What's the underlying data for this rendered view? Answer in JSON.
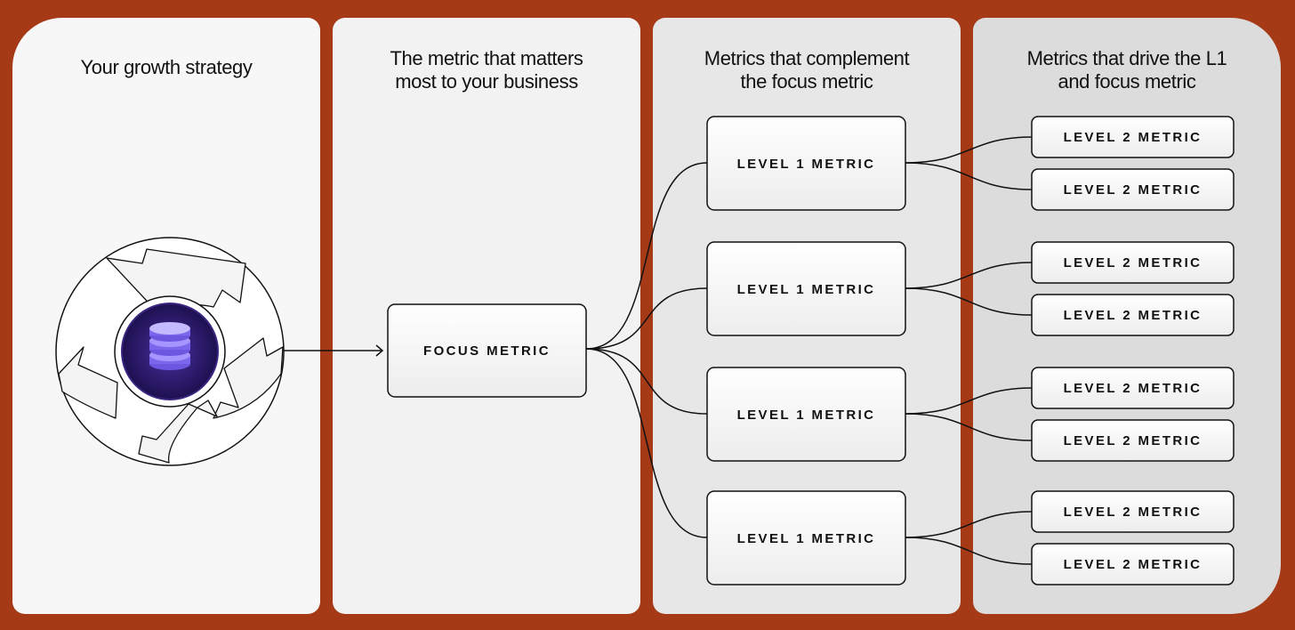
{
  "columns": [
    {
      "title": "Your growth strategy"
    },
    {
      "title": "The metric that matters\nmost to your business"
    },
    {
      "title": "Metrics that complement\nthe focus metric"
    },
    {
      "title": "Metrics that drive the L1\nand focus metric"
    }
  ],
  "focus": {
    "label": "FOCUS METRIC"
  },
  "level1": [
    {
      "label": "LEVEL 1 METRIC"
    },
    {
      "label": "LEVEL 1 METRIC"
    },
    {
      "label": "LEVEL 1 METRIC"
    },
    {
      "label": "LEVEL 1 METRIC"
    }
  ],
  "level2": [
    {
      "label": "LEVEL 2 METRIC"
    },
    {
      "label": "LEVEL 2 METRIC"
    },
    {
      "label": "LEVEL 2 METRIC"
    },
    {
      "label": "LEVEL 2 METRIC"
    },
    {
      "label": "LEVEL 2 METRIC"
    },
    {
      "label": "LEVEL 2 METRIC"
    },
    {
      "label": "LEVEL 2 METRIC"
    },
    {
      "label": "LEVEL 2 METRIC"
    }
  ],
  "icons": {
    "hub": "database-icon",
    "cycle": "cycle-arrows-icon"
  },
  "colors": {
    "background": "#A63A17",
    "hub_fill": "#2E1A6B",
    "hub_accent": "#8F7BF2"
  }
}
